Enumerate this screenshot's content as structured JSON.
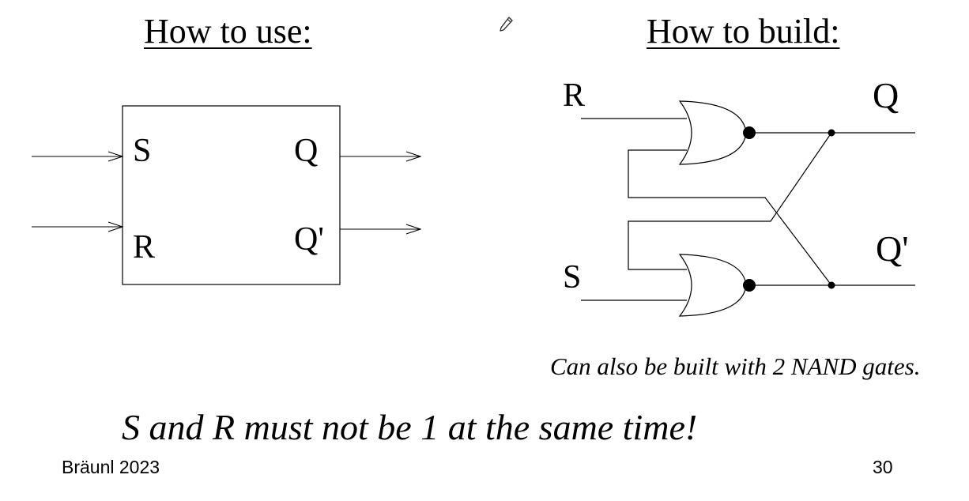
{
  "slide": {
    "title_left": "How to use:",
    "title_right": "How to build:",
    "note": "Can also be built with 2 NAND gates.",
    "warning": "S and R must not be 1 at the same time!",
    "footer_author": "Bräunl 2023",
    "footer_page": "30"
  },
  "block_diagram": {
    "input_top": "S",
    "input_bottom": "R",
    "output_top": "Q",
    "output_bottom": "Q'"
  },
  "circuit": {
    "input_top": "R",
    "input_bottom": "S",
    "output_top": "Q",
    "output_bottom": "Q'",
    "gates": [
      "NOR",
      "NOR"
    ]
  },
  "icons": {
    "annotation": "pencil-icon"
  }
}
